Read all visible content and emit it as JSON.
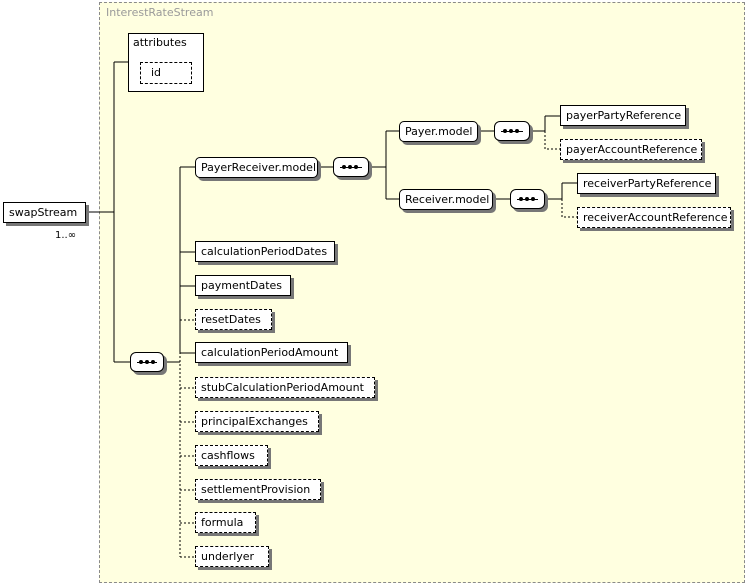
{
  "diagram": {
    "type_name": "InterestRateStream",
    "root": {
      "label": "swapStream",
      "cardinality": "1..∞"
    },
    "attributes": {
      "title": "attributes",
      "items": [
        "id"
      ]
    },
    "payer_receiver": {
      "label": "PayerReceiver.model",
      "payer": {
        "label": "Payer.model",
        "children": [
          "payerPartyReference",
          "payerAccountReference"
        ]
      },
      "receiver": {
        "label": "Receiver.model",
        "children": [
          "receiverPartyReference",
          "receiverAccountReference"
        ]
      }
    },
    "elements": [
      {
        "label": "calculationPeriodDates",
        "optional": false
      },
      {
        "label": "paymentDates",
        "optional": false
      },
      {
        "label": "resetDates",
        "optional": true
      },
      {
        "label": "calculationPeriodAmount",
        "optional": false
      },
      {
        "label": "stubCalculationPeriodAmount",
        "optional": true
      },
      {
        "label": "principalExchanges",
        "optional": true
      },
      {
        "label": "cashflows",
        "optional": true
      },
      {
        "label": "settlementProvision",
        "optional": true
      },
      {
        "label": "formula",
        "optional": true
      },
      {
        "label": "underlyer",
        "optional": true
      }
    ]
  }
}
